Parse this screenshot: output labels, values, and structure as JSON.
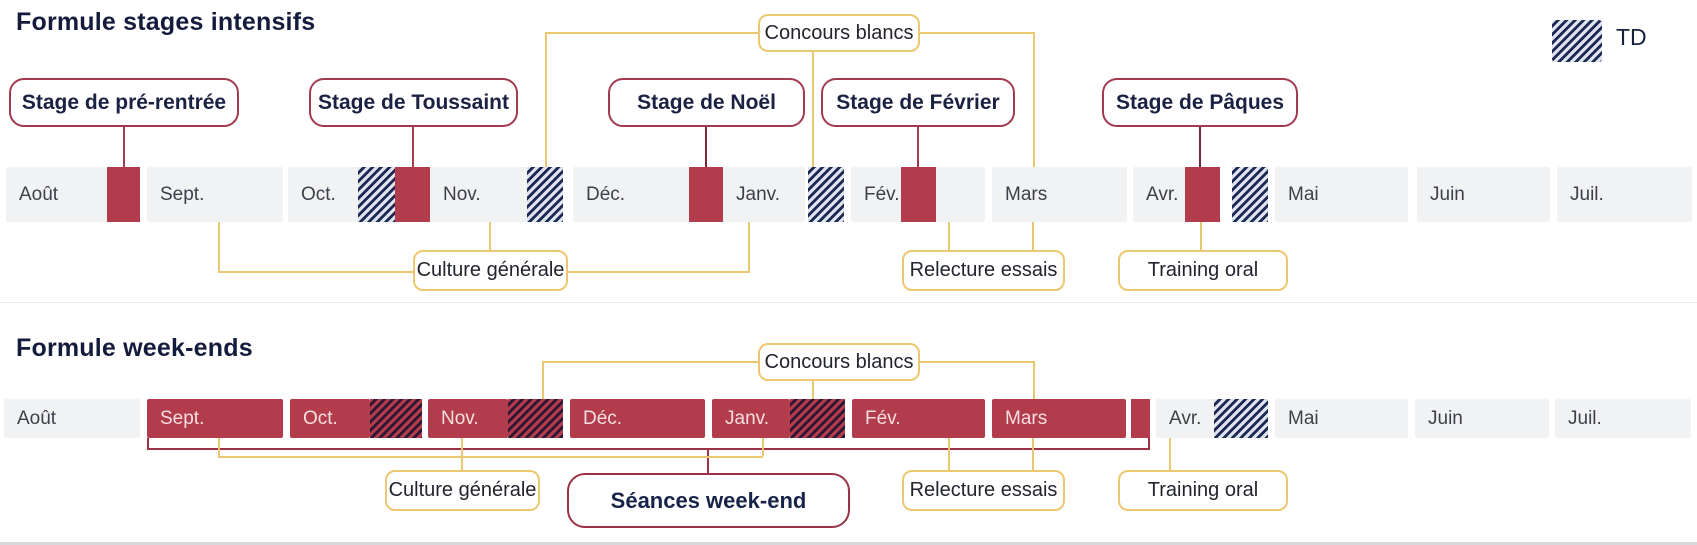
{
  "legend": {
    "td_label": "TD"
  },
  "months": [
    "Août",
    "Sept.",
    "Oct.",
    "Nov.",
    "Déc.",
    "Janv.",
    "Fév.",
    "Mars",
    "Avr.",
    "Mai",
    "Juin",
    "Juil."
  ],
  "sections": {
    "intensifs": {
      "title": "Formule stages intensifs",
      "stages": [
        "Stage de pré-rentrée",
        "Stage de Toussaint",
        "Stage de Noël",
        "Stage de Février",
        "Stage de Pâques"
      ],
      "callouts": {
        "concours": "Concours blancs",
        "culture": "Culture générale",
        "relecture": "Relecture essais",
        "training": "Training oral"
      }
    },
    "weekends": {
      "title": "Formule week-ends",
      "callouts": {
        "concours": "Concours blancs",
        "culture": "Culture générale",
        "relecture": "Relecture essais",
        "training": "Training oral",
        "seances": "Séances week-end"
      }
    }
  },
  "timeline_marks": {
    "intensifs": {
      "red_stage_blocks": [
        "fin Août",
        "fin Oct.",
        "fin Déc.",
        "début Fév.",
        "Avr."
      ],
      "td_hatch_blocks": [
        "mi Oct.",
        "fin Nov.",
        "début Janv.",
        "fin Avr."
      ]
    },
    "weekends": {
      "red_full_months": [
        "Sept.",
        "Oct.",
        "Nov.",
        "Déc.",
        "Janv.",
        "Fév.",
        "Mars",
        "début Avr."
      ],
      "red_td_hatch_blocks": [
        "fin Oct.",
        "fin Nov.",
        "fin Janv."
      ],
      "td_hatch_blocks": [
        "mi Avr."
      ]
    }
  },
  "colors": {
    "stage_red": "#b23c4b",
    "maroon_border": "#9c3246",
    "connector_yellow": "#ecc76f",
    "navy_text": "#1b2142",
    "hatch_navy": "#1d2a52",
    "bar_gray": "#f1f2f3"
  }
}
